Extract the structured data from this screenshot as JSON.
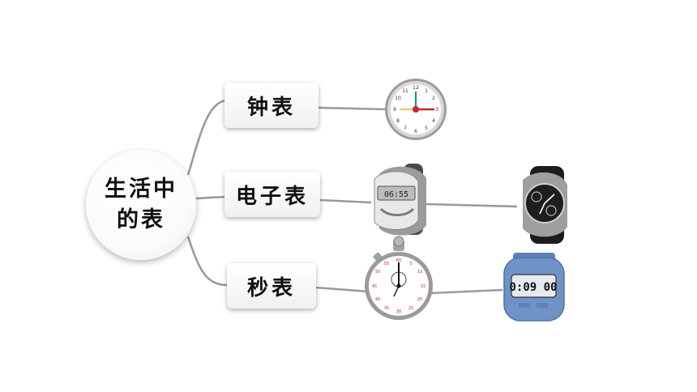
{
  "center": {
    "label": "生活中的表"
  },
  "branches": [
    {
      "label": "钟表"
    },
    {
      "label": "电子表"
    },
    {
      "label": "秒表"
    }
  ],
  "displays": {
    "digital_watch": "06:55",
    "stopwatch_dial": [
      "60",
      "5",
      "10",
      "15",
      "20",
      "25",
      "30",
      "35",
      "40",
      "45",
      "50",
      "55"
    ],
    "digital_stopwatch": "0:09 00"
  },
  "colors": {
    "connector": "#9a9a9a",
    "clock_red": "#c0282a",
    "stopwatch_blue": "#6f93c6"
  },
  "icons": [
    "wall-clock-icon",
    "digital-watch-icon",
    "sports-watch-icon",
    "analog-stopwatch-icon",
    "digital-stopwatch-icon"
  ]
}
